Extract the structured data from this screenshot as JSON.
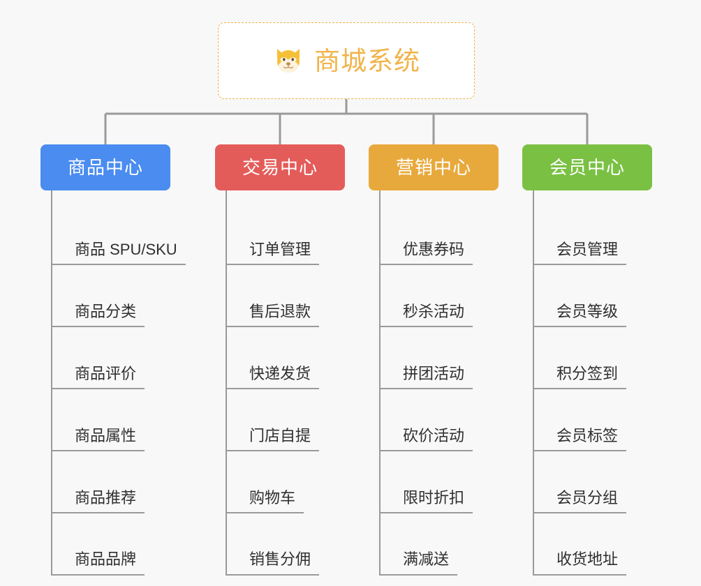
{
  "page": {
    "background_color": "#f8f8f8",
    "line_color": "#9a9a9a"
  },
  "root": {
    "title": "商城系统",
    "icon": "dog-face-emoji",
    "border_color": "#f0b44a",
    "text_color": "#f0b44a",
    "background_color": "#ffffff"
  },
  "categories": [
    {
      "label": "商品中心",
      "color": "#4a8cf0",
      "items": [
        "商品 SPU/SKU",
        "商品分类",
        "商品评价",
        "商品属性",
        "商品推荐",
        "商品品牌"
      ]
    },
    {
      "label": "交易中心",
      "color": "#e35c59",
      "items": [
        "订单管理",
        "售后退款",
        "快递发货",
        "门店自提",
        "购物车",
        "销售分佣"
      ]
    },
    {
      "label": "营销中心",
      "color": "#e8a93c",
      "items": [
        "优惠券码",
        "秒杀活动",
        "拼团活动",
        "砍价活动",
        "限时折扣",
        "满减送"
      ]
    },
    {
      "label": "会员中心",
      "color": "#7ac143",
      "items": [
        "会员管理",
        "会员等级",
        "积分签到",
        "会员标签",
        "会员分组",
        "收货地址"
      ]
    }
  ]
}
